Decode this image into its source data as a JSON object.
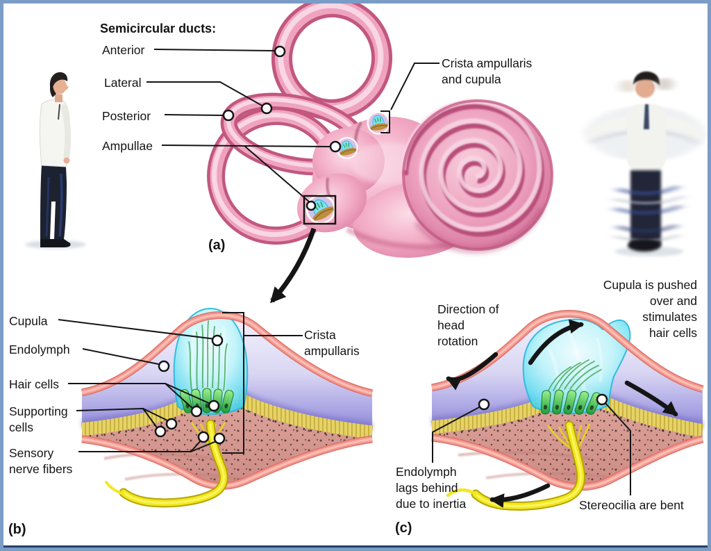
{
  "panel_a": {
    "tag": "(a)",
    "heading": "Semicircular ducts:",
    "label_anterior": "Anterior",
    "label_lateral": "Lateral",
    "label_posterior": "Posterior",
    "label_ampullae": "Ampullae",
    "label_crista_ampullaris_cupula": "Crista ampullaris\nand cupula"
  },
  "panel_b": {
    "tag": "(b)",
    "label_cupula": "Cupula",
    "label_endolymph": "Endolymph",
    "label_hair_cells": "Hair cells",
    "label_supporting_cells": "Supporting\ncells",
    "label_sensory_nerve_fibers": "Sensory\nnerve fibers",
    "label_crista_ampullaris": "Crista\nampullaris"
  },
  "panel_c": {
    "tag": "(c)",
    "label_direction_of_head_rotation": "Direction of\nhead\nrotation",
    "label_cupula_pushed": "Cupula is pushed\nover and\nstimulates\nhair cells",
    "label_endolymph_lags": "Endolymph\nlags behind\ndue to inertia",
    "label_stereocilia_bent": "Stereocilia are bent"
  },
  "colors": {
    "frame_border": "#7b9cc4",
    "frame_shadow_navy": "#23406b",
    "canal_pink": "#efa3bf",
    "canal_pink_dark": "#c2577f",
    "cochlea_pink": "#ec9fbd",
    "membrane_salmon": "#f2948c",
    "endolymph_lavender": "#c6c1ee",
    "cupula_cyan": "#7ce0f2",
    "hair_cell_green": "#3fd14f",
    "epithelium_yellow": "#e6d367",
    "nerve_yellow": "#f3e71f",
    "pointer_black": "#141414"
  }
}
